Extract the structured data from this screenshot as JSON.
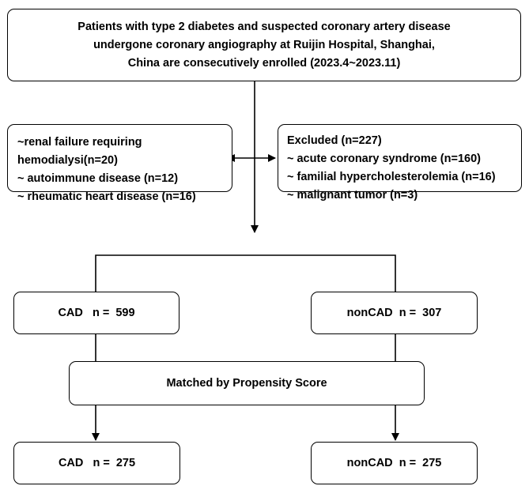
{
  "enrollment": {
    "lines": [
      "Patients with type 2 diabetes and suspected coronary artery disease",
      "undergone coronary angiography at Ruijin Hospital, Shanghai,",
      "China are consecutively enrolled (2023.4~2023.11)"
    ]
  },
  "exclusion_left": {
    "lines": [
      "~renal failure requiring",
      "hemodialysi(n=20)",
      "~ autoimmune disease (n=12)",
      "~ rheumatic heart disease (n=16)"
    ]
  },
  "exclusion_right": {
    "lines": [
      "Excluded (n=227)",
      "~ acute coronary syndrome (n=160)",
      "~ familial hypercholesterolemia (n=16)",
      "~ malignant tumor (n=3)"
    ]
  },
  "groups_before": {
    "cad": "CAD   n =  599",
    "noncad": "nonCAD  n =  307"
  },
  "matching": {
    "label": "Matched by Propensity Score"
  },
  "groups_after": {
    "cad": "CAD   n =  275",
    "noncad": "nonCAD  n =  275"
  }
}
